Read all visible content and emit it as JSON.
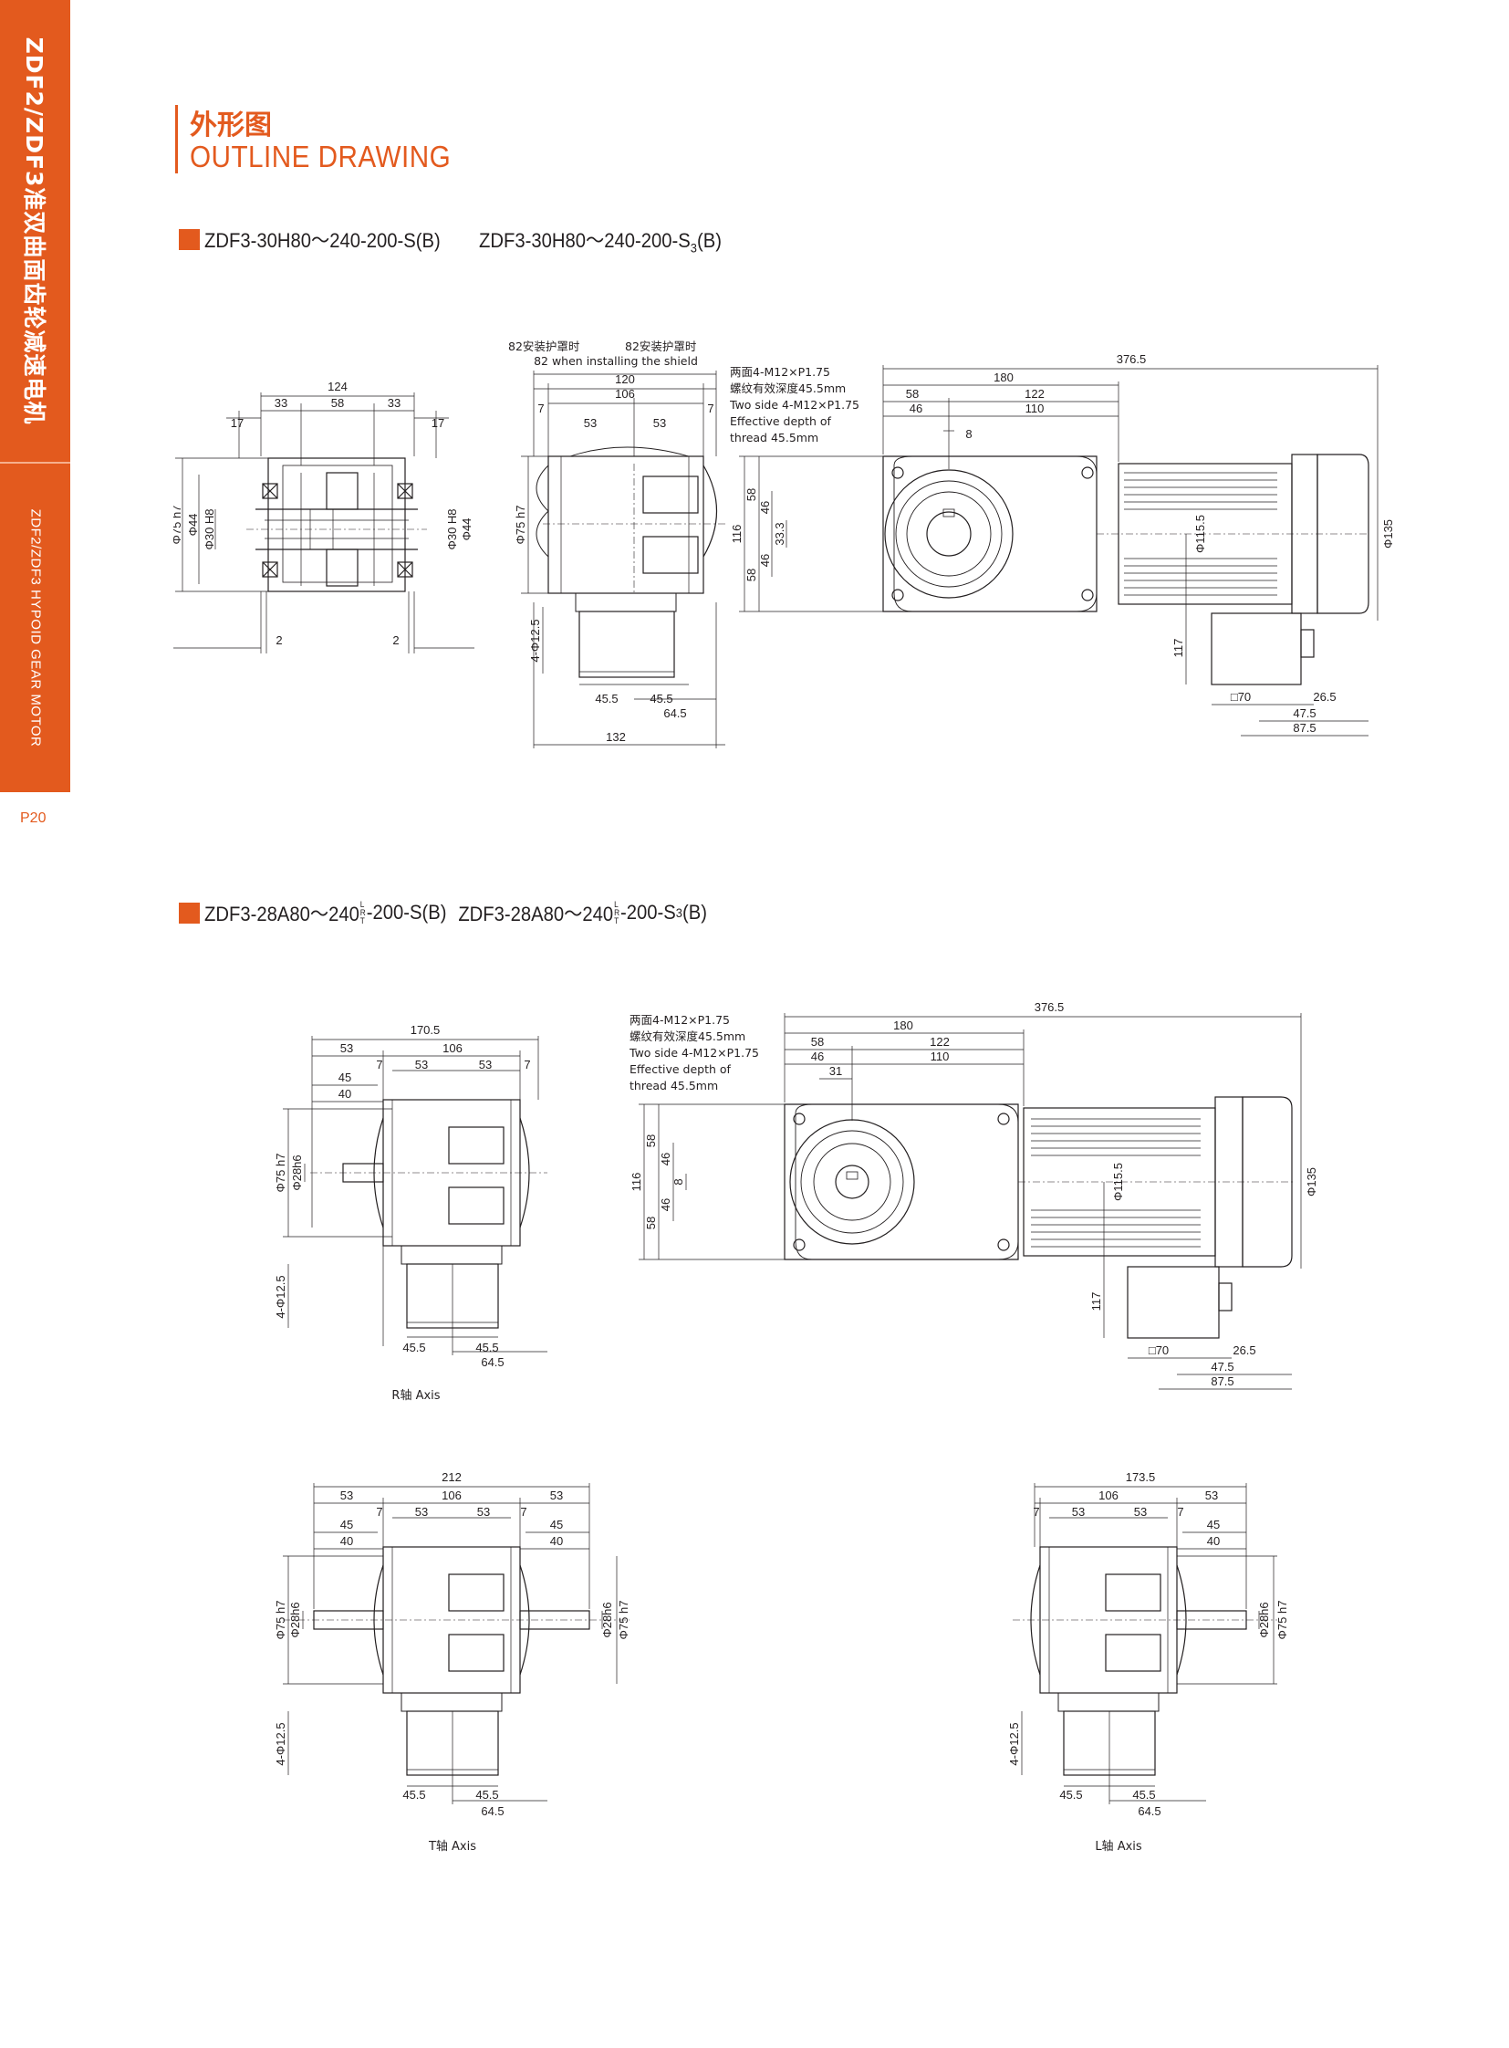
{
  "sidebar": {
    "series_cn": "ZDF2/ZDF3准双曲面齿轮减速电机",
    "series_en": "ZDF2/ZDF3 HYPOID GEAR MOTOR",
    "page_number": "P20",
    "accent_color": "#e35a1e"
  },
  "header": {
    "title_cn": "外形图",
    "title_en": "OUTLINE DRAWING"
  },
  "sections": [
    {
      "heading_main": "ZDF3-30H80～240-200-S(B)",
      "heading_alt_prefix": "ZDF3-30H80～240-200-S",
      "heading_alt_sub": "3",
      "heading_alt_suffix": "(B)",
      "hollow_shaft_view": {
        "dims": [
          "124",
          "33",
          "58",
          "33",
          "17",
          "17",
          "Φ75 h7",
          "Φ44",
          "Φ30 H8",
          "Φ30 H8",
          "Φ44",
          "2",
          "2"
        ]
      },
      "shield_note_left": "82安装护罩时",
      "shield_note_right": "82安装护罩时",
      "shield_note_en": "82 when installing the shield",
      "front_view": {
        "dims": [
          "120",
          "106",
          "7",
          "7",
          "53",
          "53",
          "Φ75 h7",
          "4-Φ12.5",
          "45.5",
          "45.5",
          "64.5",
          "132"
        ]
      },
      "side_view": {
        "thread_note_cn_1": "两面4-M12×P1.75",
        "thread_note_cn_2": "螺纹有效深度45.5mm",
        "thread_note_en_1": "Two side 4-M12×P1.75",
        "thread_note_en_2": "Effective depth of",
        "thread_note_en_3": "thread 45.5mm",
        "dims": [
          "376.5",
          "180",
          "58",
          "122",
          "46",
          "110",
          "8",
          "58",
          "46",
          "33.3",
          "116",
          "58",
          "46",
          "Φ115.5",
          "Φ135",
          "117",
          "□70",
          "26.5",
          "47.5",
          "87.5"
        ]
      }
    },
    {
      "heading_a_prefix": "ZDF3-28A80～240",
      "heading_b_prefix": "ZDF3-28A80～240",
      "heading_stack": [
        "L",
        "R",
        "T"
      ],
      "heading_a_suffix": "-200-S(B)",
      "heading_b_suffix": "-200-S",
      "heading_b_sub": "3",
      "heading_b_tail": "(B)",
      "r_axis_view": {
        "caption": "R轴 Axis",
        "dims": [
          "170.5",
          "53",
          "106",
          "7",
          "53",
          "53",
          "7",
          "45",
          "40",
          "Φ75 h7",
          "Φ28h6",
          "4-Φ12.5",
          "45.5",
          "45.5",
          "64.5"
        ]
      },
      "side_view": {
        "thread_note_cn_1": "两面4-M12×P1.75",
        "thread_note_cn_2": "螺纹有效深度45.5mm",
        "thread_note_en_1": "Two side 4-M12×P1.75",
        "thread_note_en_2": "Effective depth of",
        "thread_note_en_3": "thread 45.5mm",
        "dims": [
          "376.5",
          "180",
          "58",
          "122",
          "46",
          "110",
          "31",
          "58",
          "46",
          "8",
          "116",
          "58",
          "46",
          "Φ115.5",
          "Φ135",
          "117",
          "□70",
          "26.5",
          "47.5",
          "87.5"
        ]
      },
      "t_axis_view": {
        "caption": "T轴 Axis",
        "dims": [
          "212",
          "53",
          "106",
          "53",
          "7",
          "53",
          "53",
          "7",
          "45",
          "45",
          "40",
          "40",
          "Φ75 h7",
          "Φ28h6",
          "Φ28h6",
          "Φ75 h7",
          "4-Φ12.5",
          "45.5",
          "45.5",
          "64.5"
        ]
      },
      "l_axis_view": {
        "caption": "L轴 Axis",
        "dims": [
          "173.5",
          "106",
          "53",
          "7",
          "53",
          "53",
          "7",
          "45",
          "40",
          "Φ28h6",
          "Φ75 h7",
          "4-Φ12.5",
          "45.5",
          "45.5",
          "64.5"
        ]
      }
    }
  ]
}
